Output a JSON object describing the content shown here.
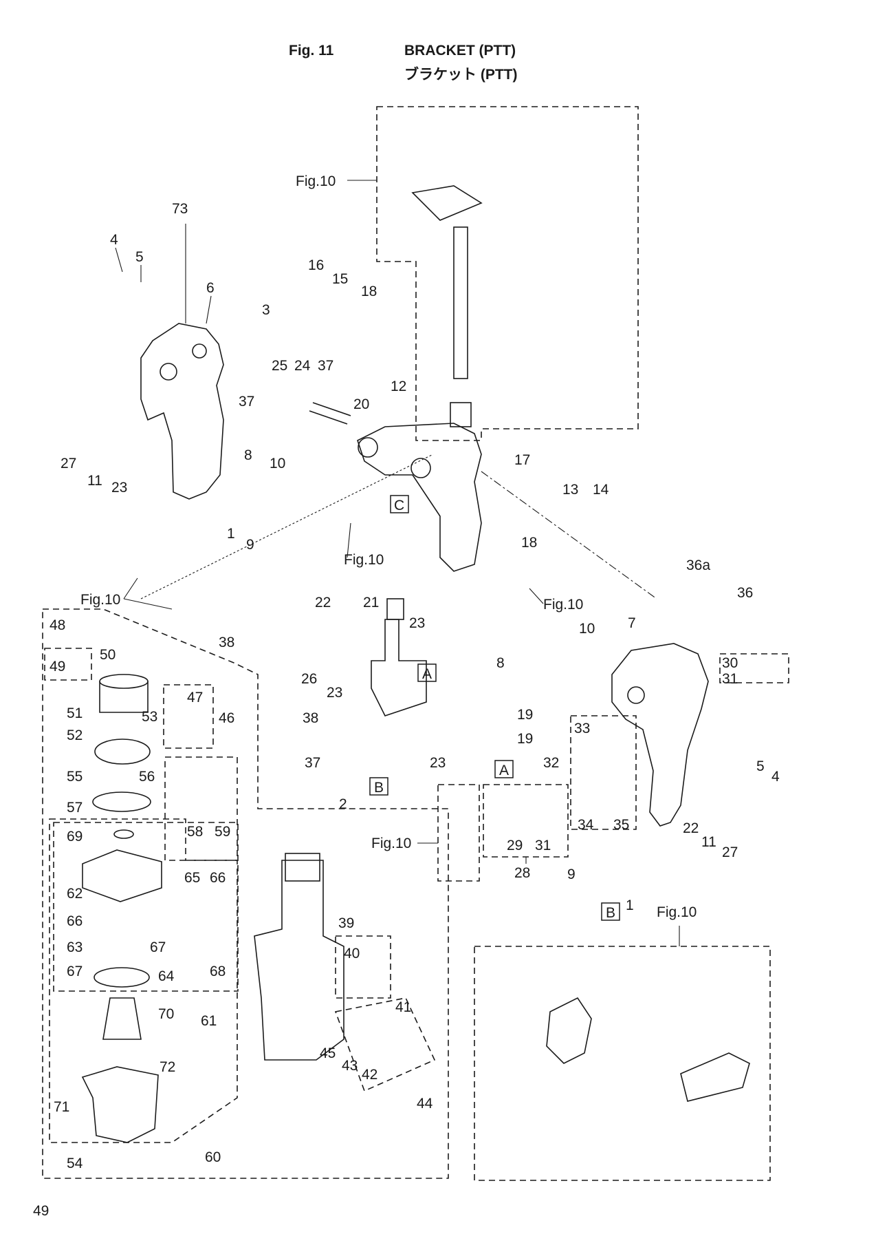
{
  "header": {
    "fig_number": "Fig. 11",
    "title_en": "BRACKET (PTT)",
    "title_ja": "ブラケット (PTT)"
  },
  "page_number": "49",
  "callouts": [
    {
      "id": "c73",
      "text": "73"
    },
    {
      "id": "c4a",
      "text": "4"
    },
    {
      "id": "c5a",
      "text": "5"
    },
    {
      "id": "c6",
      "text": "6"
    },
    {
      "id": "c16",
      "text": "16"
    },
    {
      "id": "c15",
      "text": "15"
    },
    {
      "id": "c18a",
      "text": "18"
    },
    {
      "id": "c3",
      "text": "3"
    },
    {
      "id": "c25",
      "text": "25"
    },
    {
      "id": "c24",
      "text": "24"
    },
    {
      "id": "c37a",
      "text": "37"
    },
    {
      "id": "c37b",
      "text": "37"
    },
    {
      "id": "c12",
      "text": "12"
    },
    {
      "id": "c20",
      "text": "20"
    },
    {
      "id": "c8a",
      "text": "8"
    },
    {
      "id": "c10a",
      "text": "10"
    },
    {
      "id": "c27a",
      "text": "27"
    },
    {
      "id": "c11a",
      "text": "11"
    },
    {
      "id": "c23a",
      "text": "23"
    },
    {
      "id": "c17",
      "text": "17"
    },
    {
      "id": "c13",
      "text": "13"
    },
    {
      "id": "c14",
      "text": "14"
    },
    {
      "id": "c18b",
      "text": "18"
    },
    {
      "id": "c1a",
      "text": "1"
    },
    {
      "id": "c9a",
      "text": "9"
    },
    {
      "id": "c36a",
      "text": "36a"
    },
    {
      "id": "c36",
      "text": "36"
    },
    {
      "id": "c22a",
      "text": "22"
    },
    {
      "id": "c21",
      "text": "21"
    },
    {
      "id": "c23b",
      "text": "23"
    },
    {
      "id": "c10b",
      "text": "10"
    },
    {
      "id": "c7",
      "text": "7"
    },
    {
      "id": "c48",
      "text": "48"
    },
    {
      "id": "c49",
      "text": "49"
    },
    {
      "id": "c50",
      "text": "50"
    },
    {
      "id": "c38a",
      "text": "38"
    },
    {
      "id": "c8b",
      "text": "8"
    },
    {
      "id": "c30",
      "text": "30"
    },
    {
      "id": "c31a",
      "text": "31"
    },
    {
      "id": "c26",
      "text": "26"
    },
    {
      "id": "c23c",
      "text": "23"
    },
    {
      "id": "c47",
      "text": "47"
    },
    {
      "id": "c51",
      "text": "51"
    },
    {
      "id": "c46",
      "text": "46"
    },
    {
      "id": "c53",
      "text": "53"
    },
    {
      "id": "c38b",
      "text": "38"
    },
    {
      "id": "c19a",
      "text": "19"
    },
    {
      "id": "c52",
      "text": "52"
    },
    {
      "id": "c33",
      "text": "33"
    },
    {
      "id": "c19b",
      "text": "19"
    },
    {
      "id": "c37c",
      "text": "37"
    },
    {
      "id": "c23d",
      "text": "23"
    },
    {
      "id": "c32",
      "text": "32"
    },
    {
      "id": "c55",
      "text": "55"
    },
    {
      "id": "c56",
      "text": "56"
    },
    {
      "id": "c5b",
      "text": "5"
    },
    {
      "id": "c4b",
      "text": "4"
    },
    {
      "id": "c2",
      "text": "2"
    },
    {
      "id": "c57",
      "text": "57"
    },
    {
      "id": "c22b",
      "text": "22"
    },
    {
      "id": "c29",
      "text": "29"
    },
    {
      "id": "c31b",
      "text": "31"
    },
    {
      "id": "c34",
      "text": "34"
    },
    {
      "id": "c35",
      "text": "35"
    },
    {
      "id": "c11b",
      "text": "11"
    },
    {
      "id": "c27b",
      "text": "27"
    },
    {
      "id": "c69",
      "text": "69"
    },
    {
      "id": "c58",
      "text": "58"
    },
    {
      "id": "c59",
      "text": "59"
    },
    {
      "id": "c28",
      "text": "28"
    },
    {
      "id": "c9b",
      "text": "9"
    },
    {
      "id": "c65",
      "text": "65"
    },
    {
      "id": "c66a",
      "text": "66"
    },
    {
      "id": "c62",
      "text": "62"
    },
    {
      "id": "c1b",
      "text": "1"
    },
    {
      "id": "c66b",
      "text": "66"
    },
    {
      "id": "c39",
      "text": "39"
    },
    {
      "id": "c63",
      "text": "63"
    },
    {
      "id": "c67a",
      "text": "67"
    },
    {
      "id": "c40",
      "text": "40"
    },
    {
      "id": "c67b",
      "text": "67"
    },
    {
      "id": "c68",
      "text": "68"
    },
    {
      "id": "c64",
      "text": "64"
    },
    {
      "id": "c70",
      "text": "70"
    },
    {
      "id": "c41",
      "text": "41"
    },
    {
      "id": "c61",
      "text": "61"
    },
    {
      "id": "c45",
      "text": "45"
    },
    {
      "id": "c43",
      "text": "43"
    },
    {
      "id": "c42",
      "text": "42"
    },
    {
      "id": "c72",
      "text": "72"
    },
    {
      "id": "c44",
      "text": "44"
    },
    {
      "id": "c71",
      "text": "71"
    },
    {
      "id": "c54",
      "text": "54"
    },
    {
      "id": "c60",
      "text": "60"
    }
  ],
  "figure_refs": [
    {
      "id": "f1",
      "text": "Fig.10"
    },
    {
      "id": "f2",
      "text": "Fig.10"
    },
    {
      "id": "f3",
      "text": "Fig.10"
    },
    {
      "id": "f4",
      "text": "Fig.10"
    },
    {
      "id": "f5",
      "text": "Fig.10"
    },
    {
      "id": "f6",
      "text": "Fig.10"
    }
  ],
  "boxed_refs": [
    {
      "id": "bC",
      "text": "C"
    },
    {
      "id": "bA1",
      "text": "A"
    },
    {
      "id": "bA2",
      "text": "A"
    },
    {
      "id": "bB1",
      "text": "B"
    },
    {
      "id": "bB2",
      "text": "B"
    }
  ]
}
